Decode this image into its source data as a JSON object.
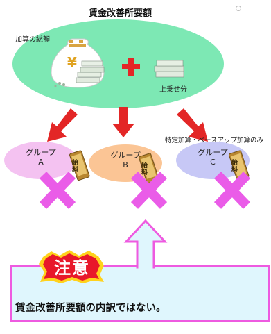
{
  "diagram": {
    "title": "賃金改善所要額",
    "total_label": "加算の総額",
    "yen_symbol": "¥",
    "extra_label": "上乗せ分",
    "specific_note": "特定加算・ベースアップ加算のみ",
    "groups": [
      {
        "name": "グループ",
        "letter": "A",
        "color": "#f4c2f1"
      },
      {
        "name": "グループ",
        "letter": "B",
        "color": "#fbc595"
      },
      {
        "name": "グループ",
        "letter": "C",
        "color": "#c7c8f6"
      }
    ],
    "salary_label_1": "給",
    "salary_label_2": "料"
  },
  "callout": {
    "badge": "注意",
    "message": "賃金改善所要額の内訳ではない。"
  },
  "colors": {
    "main_ellipse": "#7de8b4",
    "plus": "#e32626",
    "arrow": "#e32626",
    "cross": "#ea5ce8",
    "callout_border": "#ee5ae0",
    "callout_bg": "#dff6fd",
    "badge": "#e8182a",
    "badge_outline": "#ffd21c"
  }
}
